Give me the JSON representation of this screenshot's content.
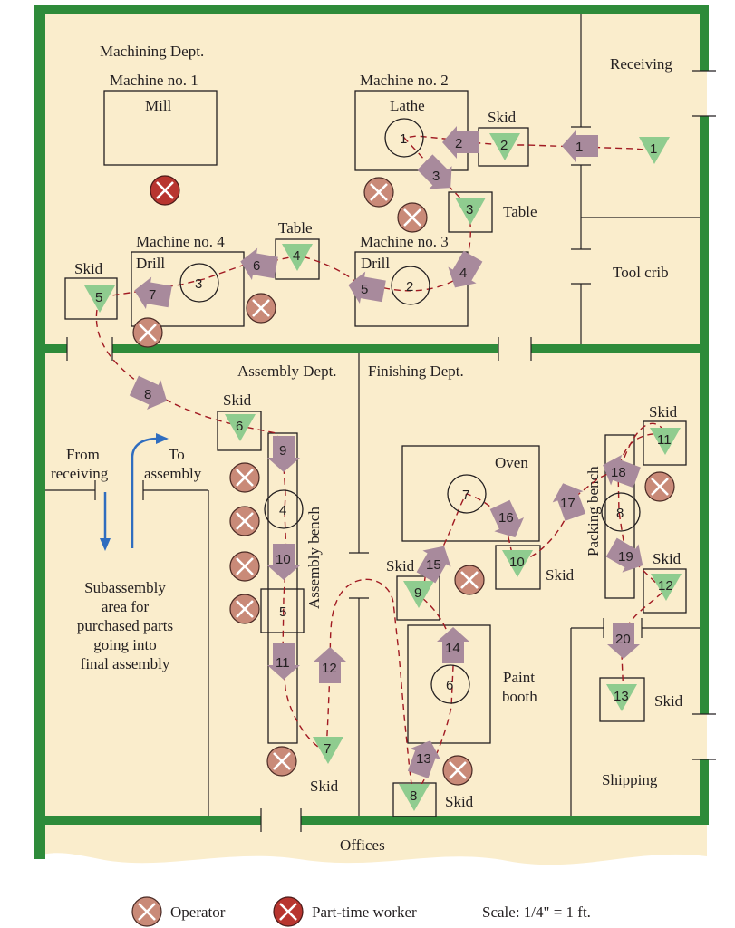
{
  "departments": {
    "machining": "Machining Dept.",
    "assembly": "Assembly Dept.",
    "finishing": "Finishing Dept.",
    "receiving": "Receiving",
    "tool_crib": "Tool crib",
    "shipping": "Shipping",
    "offices": "Offices"
  },
  "machines": {
    "m1_title": "Machine no. 1",
    "m1_type": "Mill",
    "m2_title": "Machine no. 2",
    "m2_type": "Lathe",
    "m3_title": "Machine no. 3",
    "m3_type": "Drill",
    "m4_title": "Machine no. 4",
    "m4_type": "Drill"
  },
  "stations": {
    "oven": "Oven",
    "paint_booth": "Paint\nbooth",
    "paint_line1": "Paint",
    "paint_line2": "booth",
    "assembly_bench": "Assembly bench",
    "packing_bench": "Packing bench",
    "skid": "Skid",
    "table": "Table"
  },
  "subassembly": {
    "from_receiving_1": "From",
    "from_receiving_2": "receiving",
    "to_assembly_1": "To",
    "to_assembly_2": "assembly",
    "area_1": "Subassembly",
    "area_2": "area for",
    "area_3": "purchased parts",
    "area_4": "going into",
    "area_5": "final assembly"
  },
  "legend": {
    "operator": "Operator",
    "part_time": "Part-time worker",
    "scale": "Scale: 1/4\" = 1 ft."
  },
  "colors": {
    "floor": "#faedcc",
    "wall": "#2e8b3a",
    "path": "#a11a22",
    "storage_triangle": "#8fcc8f",
    "move_arrow": "#a88a9c",
    "operator": "#c98a78",
    "part_time": "#b8352f",
    "flow_arrow": "#2f6dbf"
  },
  "labels": {
    "operations": [
      "1",
      "2",
      "3",
      "4",
      "5",
      "6",
      "7",
      "8"
    ],
    "storages": [
      "1",
      "2",
      "3",
      "4",
      "5",
      "6",
      "7",
      "8",
      "9",
      "10",
      "11",
      "12",
      "13"
    ],
    "moves": [
      "1",
      "2",
      "3",
      "4",
      "5",
      "6",
      "7",
      "8",
      "9",
      "10",
      "11",
      "12",
      "13",
      "14",
      "15",
      "16",
      "17",
      "18",
      "19",
      "20"
    ]
  }
}
